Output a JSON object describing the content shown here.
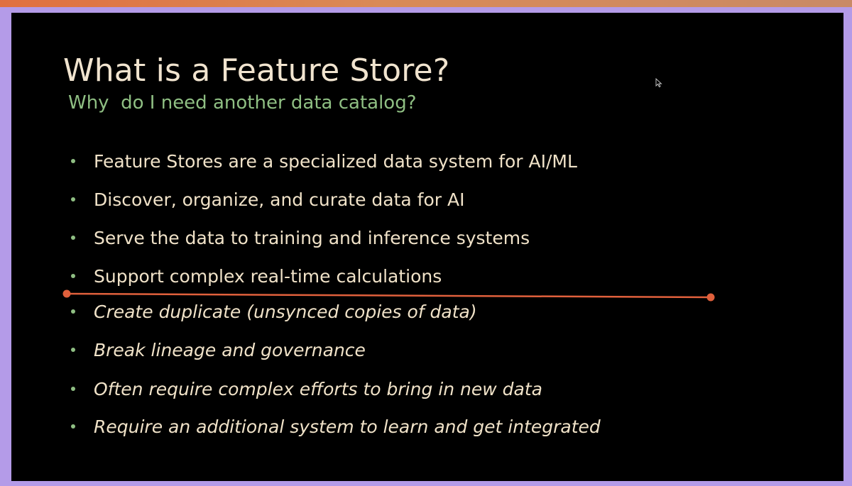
{
  "slide": {
    "title": "What is a Feature Store?",
    "subtitle": "Why  do I need another data catalog?",
    "bullets": [
      "Feature Stores are a specialized data system for AI/ML",
      "Discover, organize, and curate data for AI",
      "Serve the data to training and inference systems",
      "Support complex real-time calculations",
      "Create duplicate (unsynced copies of data)",
      "Break lineage and governance",
      "Often require complex efforts to bring in new data",
      "Require an additional system to learn and get integrated"
    ]
  },
  "colors": {
    "background": "#000000",
    "title": "#f1e4cf",
    "subtitle": "#8fbf83",
    "bullet_text": "#f0e2c8",
    "bullet_dot": "#8fbf83",
    "divider": "#e0603c",
    "frame": "#b49be8"
  },
  "icons": {
    "bullet": "dot-icon",
    "pointer": "mouse-cursor-icon"
  }
}
